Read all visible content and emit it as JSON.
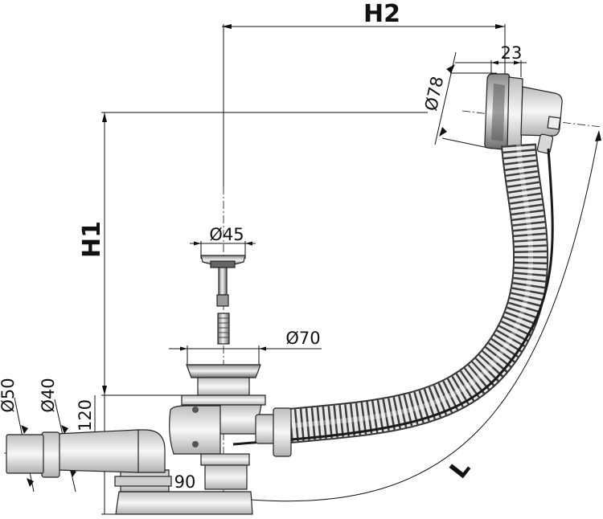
{
  "labels": {
    "h1": "H1",
    "h2": "H2",
    "l": "L",
    "d23": "23",
    "d78": "Ø78",
    "d45": "Ø45",
    "d70": "Ø70",
    "d50": "Ø50",
    "d40": "Ø40",
    "d120": "120",
    "d90": "90"
  },
  "colors": {
    "line": "#111111",
    "metal_dark": "#555555",
    "metal_light": "#d9d9d9",
    "hose_dark": "#3a3a3a"
  }
}
